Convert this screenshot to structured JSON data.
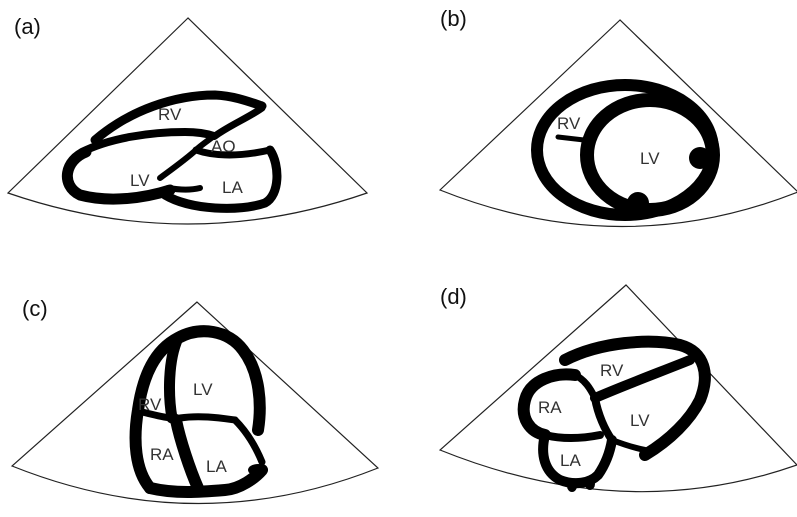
{
  "panels": [
    {
      "label": "(a)",
      "chambers": {
        "rv": "RV",
        "ao": "AO",
        "lv": "LV",
        "la": "LA"
      }
    },
    {
      "label": "(b)",
      "chambers": {
        "rv": "RV",
        "lv": "LV"
      }
    },
    {
      "label": "(c)",
      "chambers": {
        "rv": "RV",
        "lv": "LV",
        "ra": "RA",
        "la": "LA"
      }
    },
    {
      "label": "(d)",
      "chambers": {
        "rv": "RV",
        "ra": "RA",
        "lv": "LV",
        "la": "LA"
      }
    }
  ],
  "colors": {
    "wall": "#000000",
    "outline": "#222222",
    "text": "#333333"
  }
}
